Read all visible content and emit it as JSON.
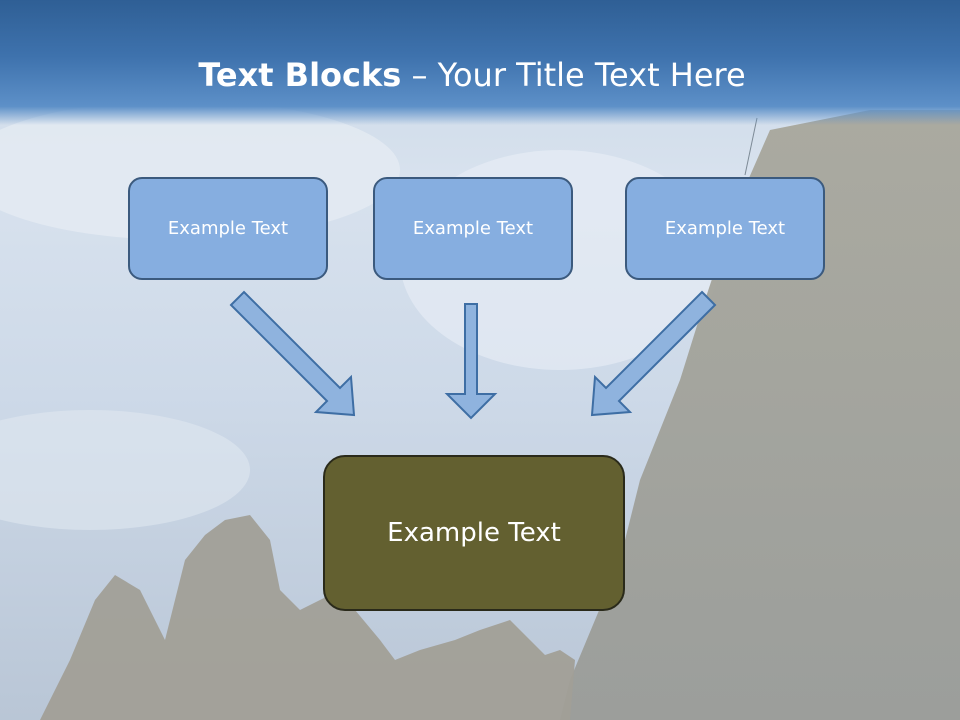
{
  "title": {
    "bold": "Text Blocks",
    "dash": " – ",
    "rest": "Your Title Text Here"
  },
  "blocks": [
    "Example Text",
    "Example Text",
    "Example Text"
  ],
  "main_block": "Example Text",
  "colors": {
    "header": "#3e72ad",
    "block": "#86aee0",
    "main": "#636030",
    "arrow": "#8fb3de"
  }
}
